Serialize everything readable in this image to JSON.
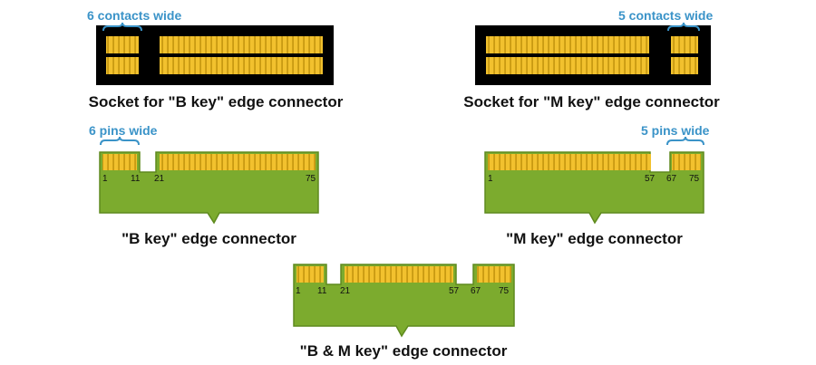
{
  "colors": {
    "pcb_green": "#7cab2e",
    "pcb_outline": "#5e8a1e",
    "gold": "#f2c12e",
    "gold_stripe": "#c99a12",
    "socket_black": "#000000",
    "bracket_blue": "#3a93c8"
  },
  "socket_b": {
    "width_label": "6 contacts wide",
    "caption": "Socket for \"B key\" edge connector"
  },
  "socket_m": {
    "width_label": "5 contacts wide",
    "caption": "Socket for \"M key\" edge connector"
  },
  "conn_b": {
    "width_label": "6 pins wide",
    "caption": "\"B key\" edge connector",
    "pins": [
      "1",
      "11",
      "21",
      "75"
    ]
  },
  "conn_m": {
    "width_label": "5 pins wide",
    "caption": "\"M key\" edge connector",
    "pins": [
      "1",
      "57",
      "67",
      "75"
    ]
  },
  "conn_bm": {
    "caption": "\"B & M key\" edge connector",
    "pins": [
      "1",
      "11",
      "21",
      "57",
      "67",
      "75"
    ]
  }
}
